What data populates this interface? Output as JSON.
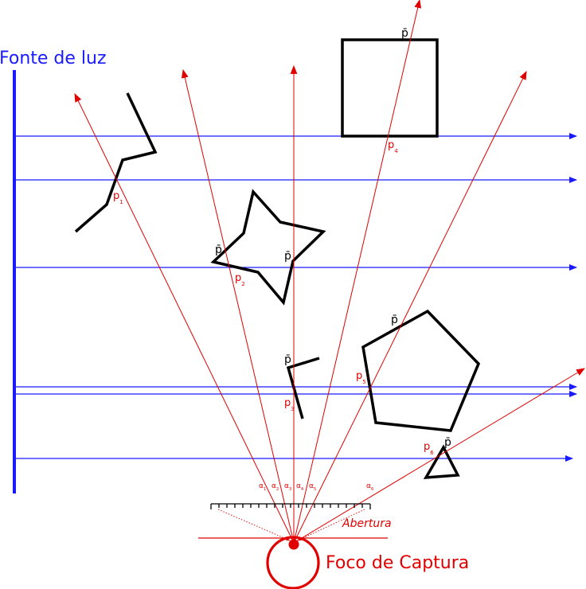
{
  "light_source_label": "Fonte de luz",
  "capture_focus_label": "Foco de Capturа",
  "aperture_label": "Abertura",
  "normal_symbol": "p̄",
  "points": [
    {
      "letter": "p",
      "sub": "1"
    },
    {
      "letter": "p",
      "sub": "2"
    },
    {
      "letter": "p",
      "sub": "3"
    },
    {
      "letter": "p",
      "sub": "4"
    },
    {
      "letter": "p",
      "sub": "5"
    },
    {
      "letter": "p",
      "sub": "6"
    }
  ],
  "angles": [
    {
      "letter": "α",
      "sub": "1"
    },
    {
      "letter": "α",
      "sub": "2"
    },
    {
      "letter": "α",
      "sub": "3"
    },
    {
      "letter": "α",
      "sub": "4"
    },
    {
      "letter": "α",
      "sub": "5"
    },
    {
      "letter": "α",
      "sub": "6"
    }
  ],
  "colors": {
    "light": "#1a1aff",
    "camera": "#e00000",
    "objects": "#000000"
  }
}
